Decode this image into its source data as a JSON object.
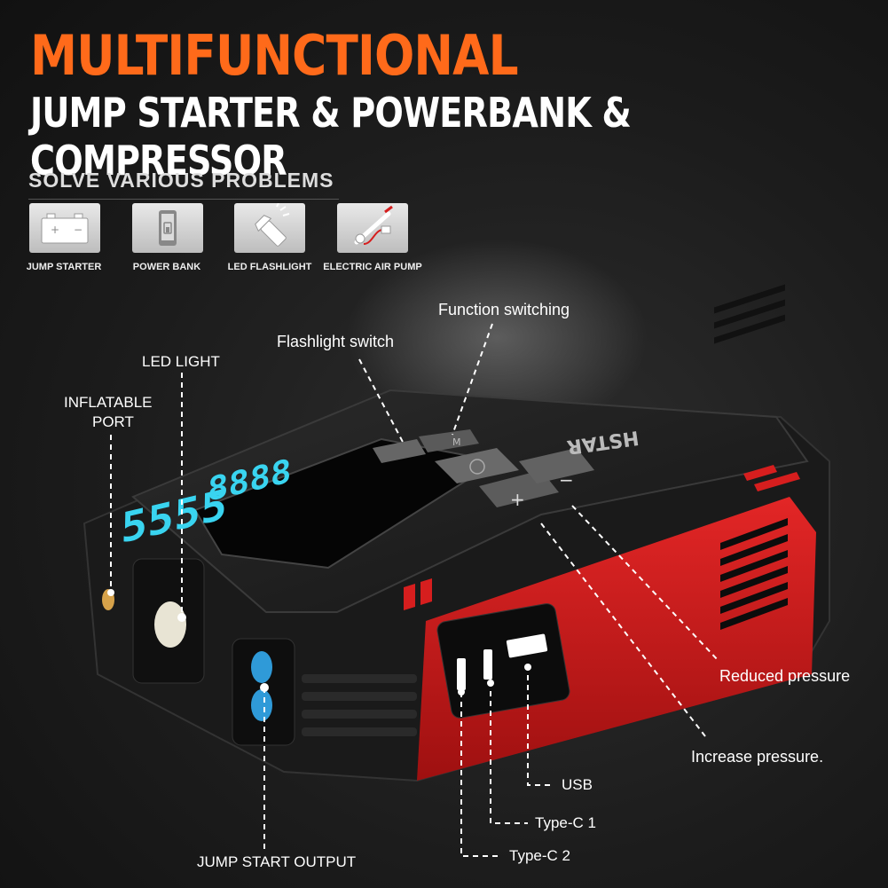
{
  "headline": {
    "line1": "MULTIFUNCTIONAL",
    "line2": "JUMP STARTER & POWERBANK & COMPRESSOR"
  },
  "solve_title": "SOLVE VARIOUS PROBLEMS",
  "features": [
    {
      "label": "JUMP STARTER",
      "icon": "car-battery-icon"
    },
    {
      "label": "POWER BANK",
      "icon": "phone-charging-icon"
    },
    {
      "label": "LED FLASHLIGHT",
      "icon": "flashlight-icon"
    },
    {
      "label": "ELECTRIC AIR PUMP",
      "icon": "air-pump-icon"
    }
  ],
  "callouts": {
    "function_switching": "Function switching",
    "flashlight_switch": "Flashlight switch",
    "led_light": "LED LIGHT",
    "inflatable_port_line1": "INFLATABLE",
    "inflatable_port_line2": "PORT",
    "reduced_pressure": "Reduced pressure",
    "increase_pressure": "Increase pressure.",
    "usb": "USB",
    "type_c1": "Type-C 1",
    "type_c2": "Type-C 2",
    "jump_start_output": "JUMP START OUTPUT"
  },
  "device": {
    "brand": "HSTAR",
    "lcd_digits_top": "8888",
    "lcd_digits_bottom": "5555",
    "button_minus": "−",
    "button_plus": "+",
    "button_m": "M"
  },
  "colors": {
    "accent_orange": "#ff6a1a",
    "device_red": "#d61e1e",
    "lcd_cyan": "#39d4f0"
  }
}
